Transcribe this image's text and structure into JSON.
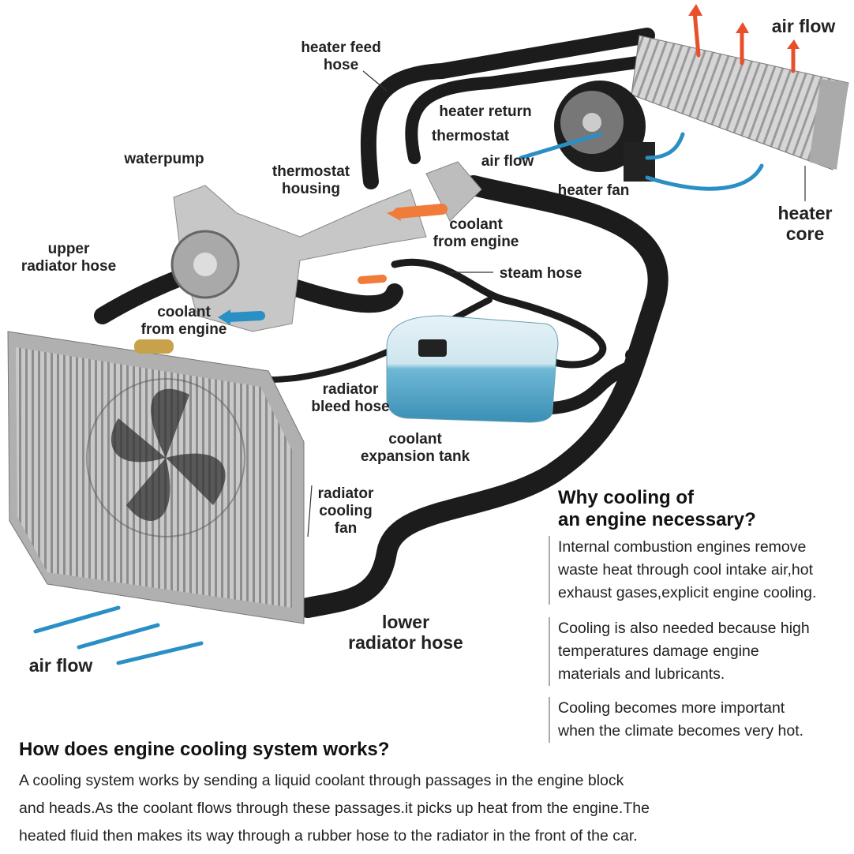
{
  "labels": {
    "heater_feed_hose": "heater feed\nhose",
    "air_flow_top": "air flow",
    "heater_return": "heater return",
    "thermostat": "thermostat",
    "air_flow_fan": "air flow",
    "waterpump": "waterpump",
    "thermostat_housing": "thermostat\nhousing",
    "heater_fan": "heater fan",
    "heater_core": "heater\ncore",
    "coolant_from_engine_right": "coolant\nfrom engine",
    "upper_radiator_hose": "upper\nradiator hose",
    "steam_hose": "steam hose",
    "coolant_from_engine_left": "coolant\nfrom engine",
    "radiator_bleed_hose": "radiator\nbleed hose",
    "coolant_expansion_tank": "coolant\nexpansion tank",
    "radiator_cooling_fan": "radiator\ncooling\nfan",
    "lower_radiator_hose": "lower\nradiator hose",
    "air_flow_bottom": "air flow"
  },
  "why": {
    "title": "Why cooling of\nan engine necessary?",
    "paragraphs": [
      "Internal combustion engines remove\nwaste heat through cool intake air,hot\nexhaust gases,explicit engine cooling.",
      "Cooling is also needed because high\ntemperatures damage engine\nmaterials and lubricants.",
      "Cooling becomes more important\nwhen the climate becomes very hot."
    ]
  },
  "how": {
    "title": "How does engine cooling system works?",
    "body": "A cooling system works by sending a liquid coolant through passages in the engine block\nand heads.As the coolant flows through these passages.it picks up heat from the engine.The\nheated fluid then makes its way through a rubber hose to the radiator in the front of the car."
  },
  "colors": {
    "hot_arrow": "#e8502a",
    "cold_arrow": "#2a8fc4",
    "coolant": "#6fb8d6",
    "hose": "#1c1c1c"
  }
}
